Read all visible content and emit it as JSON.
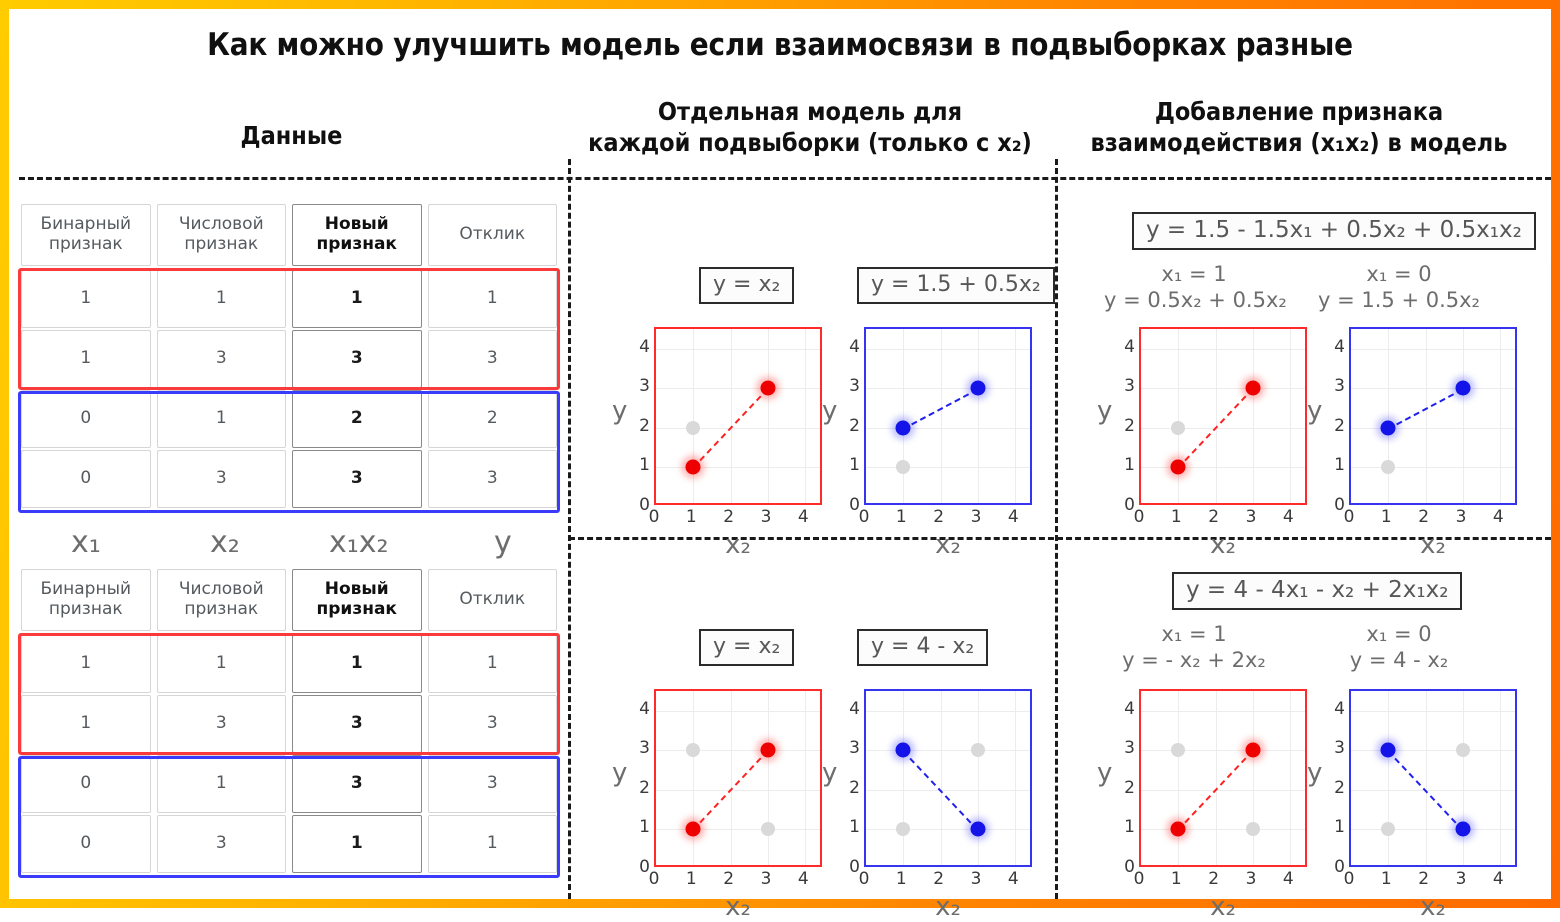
{
  "title": "Как можно улучшить модель если взаимосвязи в подвыборках разные",
  "columns": {
    "data_header": "Данные",
    "separate_header_line1": "Отдельная модель для",
    "separate_header_line2": "каждой подвыборки (только с x₂)",
    "interaction_header_line1": "Добавление признака",
    "interaction_header_line2": "взаимодействия (x₁x₂) в модель"
  },
  "table_headers": {
    "binary": "Бинарный\nпризнак",
    "binary_l1": "Бинарный",
    "binary_l2": "признак",
    "numeric_l1": "Числовой",
    "numeric_l2": "признак",
    "new_l1": "Новый",
    "new_l2": "признак",
    "response": "Отклик"
  },
  "variable_labels": {
    "x1": "x₁",
    "x2": "x₂",
    "x1x2": "x₁x₂",
    "y": "y"
  },
  "table_top": {
    "rows": [
      {
        "group": "red",
        "x1": "1",
        "x2": "1",
        "x1x2": "1",
        "y": "1"
      },
      {
        "group": "red",
        "x1": "1",
        "x2": "3",
        "x1x2": "3",
        "y": "3"
      },
      {
        "group": "blue",
        "x1": "0",
        "x2": "1",
        "x1x2": "2",
        "y": "2"
      },
      {
        "group": "blue",
        "x1": "0",
        "x2": "3",
        "x1x2": "3",
        "y": "3"
      }
    ]
  },
  "table_bottom": {
    "rows": [
      {
        "group": "red",
        "x1": "1",
        "x2": "1",
        "x1x2": "1",
        "y": "1"
      },
      {
        "group": "red",
        "x1": "1",
        "x2": "3",
        "x1x2": "3",
        "y": "3"
      },
      {
        "group": "blue",
        "x1": "0",
        "x2": "1",
        "x1x2": "3",
        "y": "3"
      },
      {
        "group": "blue",
        "x1": "0",
        "x2": "3",
        "x1x2": "1",
        "y": "1"
      }
    ]
  },
  "panels": {
    "sep_top_red_formula": "y = x₂",
    "sep_top_blue_formula": "y = 1.5 + 0.5x₂",
    "sep_bot_red_formula": "y = x₂",
    "sep_bot_blue_formula": "y = 4 - x₂",
    "int_top_formula": "y = 1.5 - 1.5x₁ + 0.5x₂ + 0.5x₁x₂",
    "int_bot_formula": "y = 4 - 4x₁ - x₂ + 2x₁x₂",
    "int_top_red_cond": "x₁ = 1",
    "int_top_red_eq": "y = 0.5x₂ + 0.5x₂",
    "int_top_blue_cond": "x₁ = 0",
    "int_top_blue_eq": "y = 1.5 + 0.5x₂",
    "int_bot_red_cond": "x₁ = 1",
    "int_bot_red_eq": "y = - x₂ + 2x₂",
    "int_bot_blue_cond": "x₁ = 0",
    "int_bot_blue_eq": "y = 4 - x₂"
  },
  "axis": {
    "y_label": "y",
    "x_label": "x₂",
    "ticks": [
      "0",
      "1",
      "2",
      "3",
      "4"
    ],
    "xlim": [
      0,
      4.5
    ],
    "ylim": [
      0,
      4.5
    ]
  },
  "colors": {
    "red": "#ee0000",
    "blue": "#1414e8",
    "gray": "#d9d9d9",
    "frame_start": "#ffcc00",
    "frame_end": "#ff6a00"
  },
  "chart_data": [
    {
      "id": "sep-top-red",
      "type": "scatter",
      "title": "y = x₂",
      "xlabel": "x₂",
      "ylabel": "y",
      "xlim": [
        0,
        4.5
      ],
      "ylim": [
        0,
        4.5
      ],
      "grid": true,
      "color": "#ee0000",
      "series": [
        {
          "name": "active",
          "color": "#ee0000",
          "connected": true,
          "points": [
            [
              1,
              1
            ],
            [
              3,
              3
            ]
          ]
        },
        {
          "name": "other",
          "color": "#d9d9d9",
          "connected": false,
          "points": [
            [
              1,
              2
            ]
          ]
        }
      ]
    },
    {
      "id": "sep-top-blue",
      "type": "scatter",
      "title": "y = 1.5 + 0.5x₂",
      "xlabel": "x₂",
      "ylabel": "y",
      "xlim": [
        0,
        4.5
      ],
      "ylim": [
        0,
        4.5
      ],
      "grid": true,
      "color": "#1414e8",
      "series": [
        {
          "name": "active",
          "color": "#1414e8",
          "connected": true,
          "points": [
            [
              1,
              2
            ],
            [
              3,
              3
            ]
          ]
        },
        {
          "name": "other",
          "color": "#d9d9d9",
          "connected": false,
          "points": [
            [
              1,
              1
            ]
          ]
        }
      ]
    },
    {
      "id": "int-top-red",
      "type": "scatter",
      "title": "x₁ = 1 / y = 0.5x₂ + 0.5x₂",
      "xlabel": "x₂",
      "ylabel": "y",
      "xlim": [
        0,
        4.5
      ],
      "ylim": [
        0,
        4.5
      ],
      "grid": true,
      "color": "#ee0000",
      "series": [
        {
          "name": "active",
          "color": "#ee0000",
          "connected": true,
          "points": [
            [
              1,
              1
            ],
            [
              3,
              3
            ]
          ]
        },
        {
          "name": "other",
          "color": "#d9d9d9",
          "connected": false,
          "points": [
            [
              1,
              2
            ]
          ]
        }
      ]
    },
    {
      "id": "int-top-blue",
      "type": "scatter",
      "title": "x₁ = 0 / y = 1.5 + 0.5x₂",
      "xlabel": "x₂",
      "ylabel": "y",
      "xlim": [
        0,
        4.5
      ],
      "ylim": [
        0,
        4.5
      ],
      "grid": true,
      "color": "#1414e8",
      "series": [
        {
          "name": "active",
          "color": "#1414e8",
          "connected": true,
          "points": [
            [
              1,
              2
            ],
            [
              3,
              3
            ]
          ]
        },
        {
          "name": "other",
          "color": "#d9d9d9",
          "connected": false,
          "points": [
            [
              1,
              1
            ]
          ]
        }
      ]
    },
    {
      "id": "sep-bot-red",
      "type": "scatter",
      "title": "y = x₂",
      "xlabel": "x₂",
      "ylabel": "y",
      "xlim": [
        0,
        4.5
      ],
      "ylim": [
        0,
        4.5
      ],
      "grid": true,
      "color": "#ee0000",
      "series": [
        {
          "name": "active",
          "color": "#ee0000",
          "connected": true,
          "points": [
            [
              1,
              1
            ],
            [
              3,
              3
            ]
          ]
        },
        {
          "name": "other",
          "color": "#d9d9d9",
          "connected": false,
          "points": [
            [
              1,
              3
            ],
            [
              3,
              1
            ]
          ]
        }
      ]
    },
    {
      "id": "sep-bot-blue",
      "type": "scatter",
      "title": "y = 4 - x₂",
      "xlabel": "x₂",
      "ylabel": "y",
      "xlim": [
        0,
        4.5
      ],
      "ylim": [
        0,
        4.5
      ],
      "grid": true,
      "color": "#1414e8",
      "series": [
        {
          "name": "active",
          "color": "#1414e8",
          "connected": true,
          "points": [
            [
              1,
              3
            ],
            [
              3,
              1
            ]
          ]
        },
        {
          "name": "other",
          "color": "#d9d9d9",
          "connected": false,
          "points": [
            [
              1,
              1
            ],
            [
              3,
              3
            ]
          ]
        }
      ]
    },
    {
      "id": "int-bot-red",
      "type": "scatter",
      "title": "x₁ = 1 / y = - x₂ + 2x₂",
      "xlabel": "x₂",
      "ylabel": "y",
      "xlim": [
        0,
        4.5
      ],
      "ylim": [
        0,
        4.5
      ],
      "grid": true,
      "color": "#ee0000",
      "series": [
        {
          "name": "active",
          "color": "#ee0000",
          "connected": true,
          "points": [
            [
              1,
              1
            ],
            [
              3,
              3
            ]
          ]
        },
        {
          "name": "other",
          "color": "#d9d9d9",
          "connected": false,
          "points": [
            [
              1,
              3
            ],
            [
              3,
              1
            ]
          ]
        }
      ]
    },
    {
      "id": "int-bot-blue",
      "type": "scatter",
      "title": "x₁ = 0 / y = 4 - x₂",
      "xlabel": "x₂",
      "ylabel": "y",
      "xlim": [
        0,
        4.5
      ],
      "ylim": [
        0,
        4.5
      ],
      "grid": true,
      "color": "#1414e8",
      "series": [
        {
          "name": "active",
          "color": "#1414e8",
          "connected": true,
          "points": [
            [
              1,
              3
            ],
            [
              3,
              1
            ]
          ]
        },
        {
          "name": "other",
          "color": "#d9d9d9",
          "connected": false,
          "points": [
            [
              1,
              1
            ],
            [
              3,
              3
            ]
          ]
        }
      ]
    }
  ]
}
